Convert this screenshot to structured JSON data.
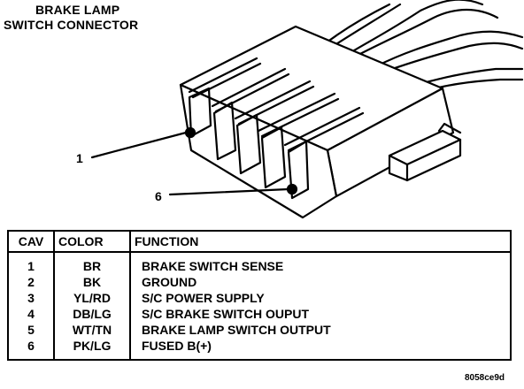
{
  "title": {
    "line1": "BRAKE LAMP",
    "line2": "SWITCH CONNECTOR"
  },
  "pin_labels": {
    "pin1": "1",
    "pin6": "6"
  },
  "table": {
    "headers": [
      "CAV",
      "COLOR",
      "FUNCTION"
    ],
    "rows": [
      {
        "cav": "1",
        "color": "BR",
        "function": "BRAKE SWITCH SENSE"
      },
      {
        "cav": "2",
        "color": "BK",
        "function": "GROUND"
      },
      {
        "cav": "3",
        "color": "YL/RD",
        "function": "S/C POWER SUPPLY"
      },
      {
        "cav": "4",
        "color": "DB/LG",
        "function": "S/C BRAKE SWITCH OUPUT"
      },
      {
        "cav": "5",
        "color": "WT/TN",
        "function": "BRAKE LAMP SWITCH OUTPUT"
      },
      {
        "cav": "6",
        "color": "PK/LG",
        "function": "FUSED B(+)"
      }
    ]
  },
  "figure_id": "8058ce9d"
}
